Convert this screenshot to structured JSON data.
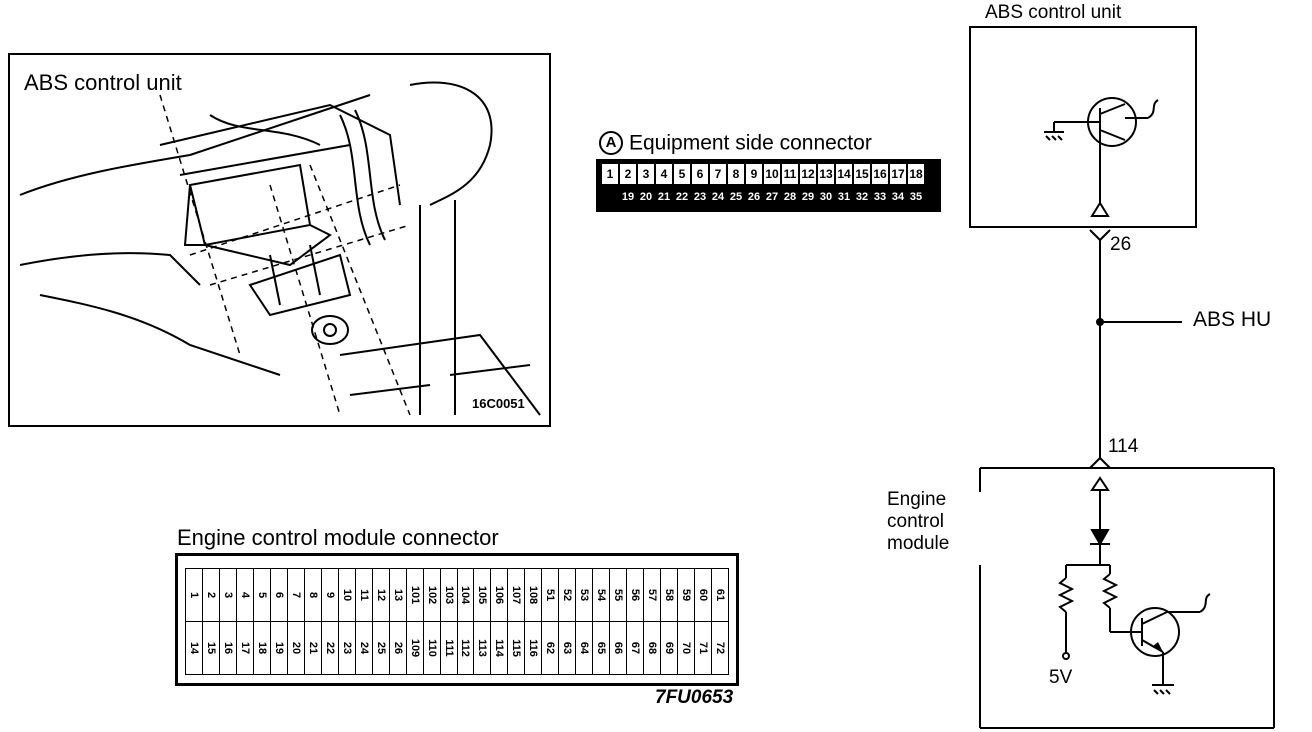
{
  "photo": {
    "label": "ABS control unit",
    "ref": "16C0051"
  },
  "equipment_connector": {
    "marker": "A",
    "title": "Equipment side connector",
    "row1": [
      "1",
      "2",
      "3",
      "4",
      "5",
      "6",
      "7",
      "8",
      "9",
      "10",
      "11",
      "12",
      "13",
      "14",
      "15",
      "16",
      "17",
      "18"
    ],
    "row2": [
      "19",
      "20",
      "21",
      "22",
      "23",
      "24",
      "25",
      "26",
      "27",
      "28",
      "29",
      "30",
      "31",
      "32",
      "33",
      "34",
      "35"
    ]
  },
  "ecm_connector": {
    "title": "Engine control module connector",
    "ref": "7FU0653",
    "top_row": [
      "1",
      "2",
      "3",
      "4",
      "5",
      "6",
      "7",
      "8",
      "9",
      "10",
      "11",
      "12",
      "13",
      "101",
      "102",
      "103",
      "104",
      "105",
      "106",
      "107",
      "108",
      "51",
      "52",
      "53",
      "54",
      "55",
      "56",
      "57",
      "58",
      "59",
      "60",
      "61"
    ],
    "bottom_row": [
      "14",
      "15",
      "16",
      "17",
      "18",
      "19",
      "20",
      "21",
      "22",
      "23",
      "24",
      "25",
      "26",
      "109",
      "110",
      "111",
      "112",
      "113",
      "114",
      "115",
      "116",
      "62",
      "63",
      "64",
      "65",
      "66",
      "67",
      "68",
      "69",
      "70",
      "71",
      "72"
    ]
  },
  "circuit": {
    "abs_unit_label": "ABS control unit",
    "pin_abs": "26",
    "branch_label": "ABS HU",
    "pin_ecm": "114",
    "ecm_label_line1": "Engine",
    "ecm_label_line2": "control",
    "ecm_label_line3": "module",
    "supply_label": "5V"
  }
}
